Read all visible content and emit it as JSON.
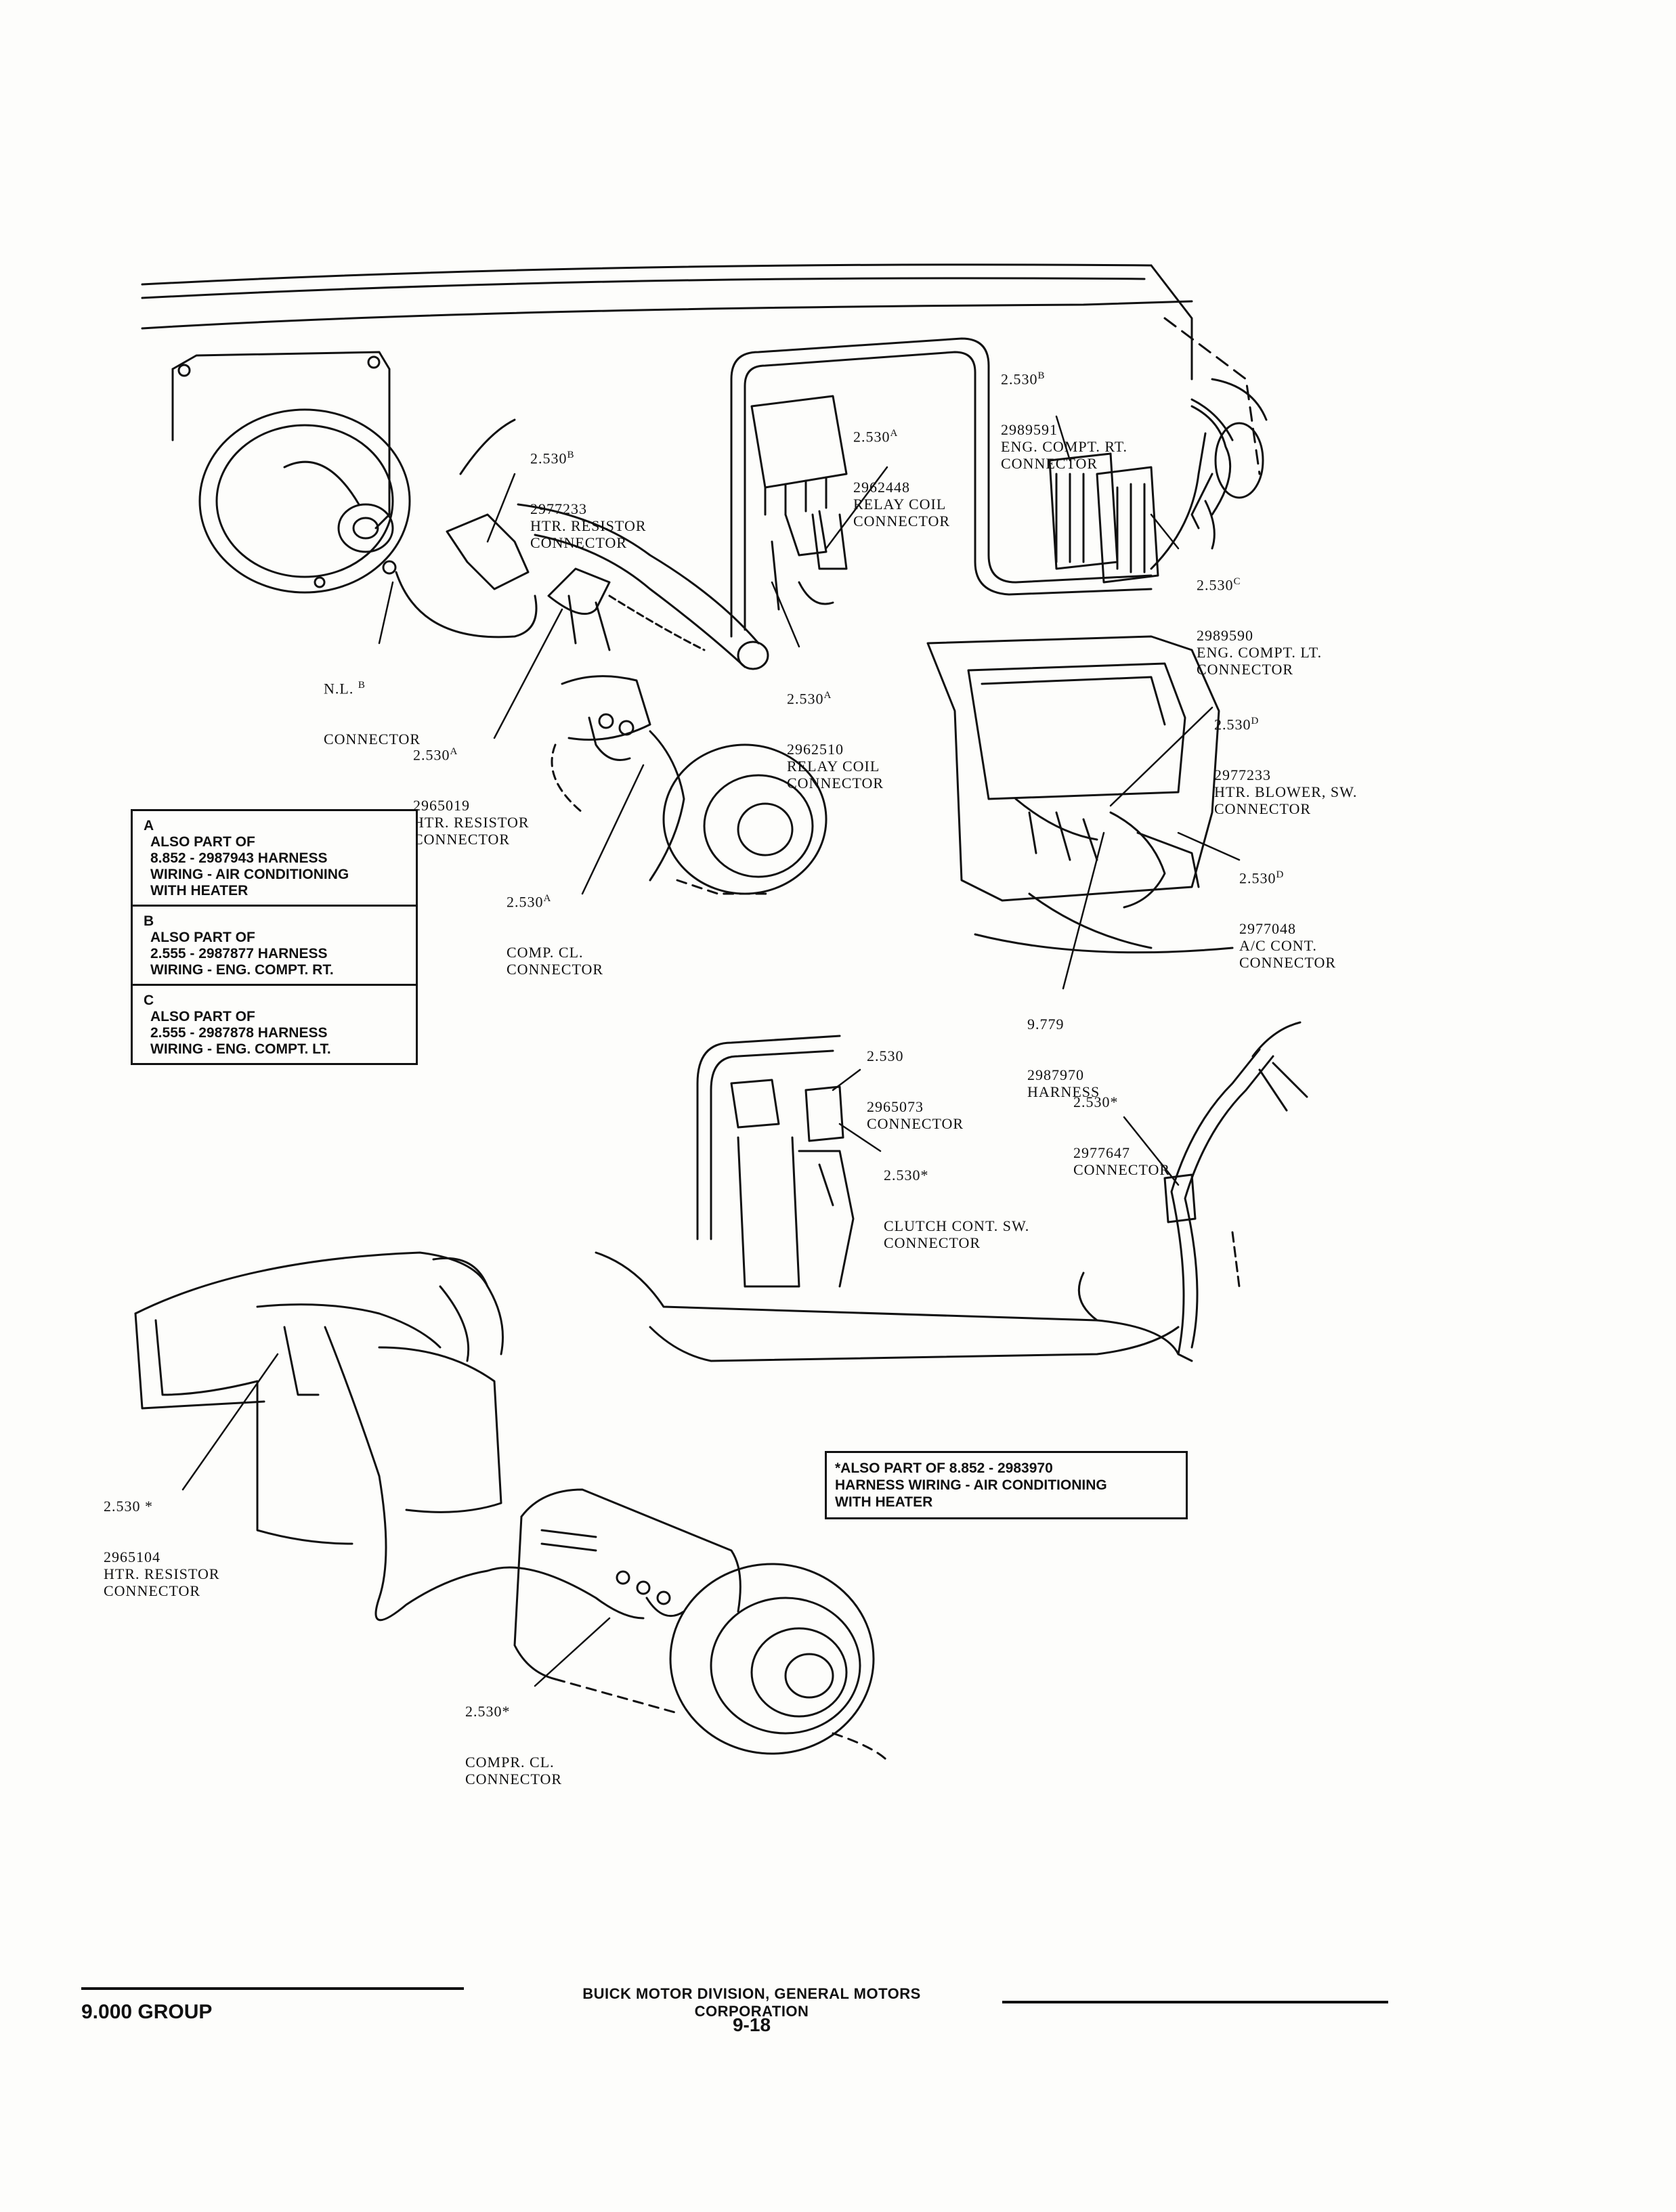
{
  "callouts": [
    {
      "id": "c1",
      "num": "2.530",
      "sup": "B",
      "lines": [
        "2977233",
        "HTR. RESISTOR",
        "CONNECTOR"
      ]
    },
    {
      "id": "c2",
      "num": "2.530",
      "sup": "A",
      "lines": [
        "2962448",
        "RELAY COIL",
        "CONNECTOR"
      ]
    },
    {
      "id": "c3",
      "num": "2.530",
      "sup": "B",
      "lines": [
        "2989591",
        "ENG. COMPT. RT.",
        "CONNECTOR"
      ]
    },
    {
      "id": "c4",
      "num": "2.530",
      "sup": "C",
      "lines": [
        "2989590",
        "ENG. COMPT. LT.",
        "CONNECTOR"
      ]
    },
    {
      "id": "c5",
      "num": "N.L.",
      "sup": "B",
      "lines": [
        "CONNECTOR"
      ]
    },
    {
      "id": "c6",
      "num": "2.530",
      "sup": "A",
      "lines": [
        "2965019",
        "HTR. RESISTOR",
        "CONNECTOR"
      ]
    },
    {
      "id": "c7",
      "num": "2.530",
      "sup": "A",
      "lines": [
        "2962510",
        "RELAY COIL",
        "CONNECTOR"
      ]
    },
    {
      "id": "c8",
      "num": "2.530",
      "sup": "D",
      "lines": [
        "2977233",
        "HTR. BLOWER, SW.",
        "CONNECTOR"
      ]
    },
    {
      "id": "c9",
      "num": "2.530",
      "sup": "A",
      "lines": [
        "COMP. CL.",
        "CONNECTOR"
      ]
    },
    {
      "id": "c10",
      "num": "2.530",
      "sup": "D",
      "lines": [
        "2977048",
        "A/C CONT.",
        "CONNECTOR"
      ]
    },
    {
      "id": "c11",
      "num": "9.779",
      "sup": "",
      "lines": [
        "2987970",
        "HARNESS"
      ]
    },
    {
      "id": "c12",
      "num": "2.530",
      "sup": "",
      "lines": [
        "2965073",
        "CONNECTOR"
      ]
    },
    {
      "id": "c13",
      "num": "2.530*",
      "sup": "",
      "lines": [
        "2977647",
        "CONNECTOR"
      ]
    },
    {
      "id": "c14",
      "num": "2.530*",
      "sup": "",
      "lines": [
        "CLUTCH CONT. SW.",
        "CONNECTOR"
      ]
    },
    {
      "id": "c15",
      "num": "2.530 *",
      "sup": "",
      "lines": [
        "2965104",
        "HTR. RESISTOR",
        "CONNECTOR"
      ]
    },
    {
      "id": "c16",
      "num": "2.530*",
      "sup": "",
      "lines": [
        "COMPR. CL.",
        "CONNECTOR"
      ]
    }
  ],
  "legend": [
    {
      "key": "A",
      "lines": [
        "ALSO PART OF",
        "8.852 - 2987943 HARNESS",
        "WIRING - AIR CONDITIONING",
        "WITH HEATER"
      ]
    },
    {
      "key": "B",
      "lines": [
        "ALSO PART OF",
        "2.555 - 2987877 HARNESS",
        "WIRING - ENG. COMPT. RT."
      ]
    },
    {
      "key": "C",
      "lines": [
        "ALSO PART OF",
        "2.555 - 2987878 HARNESS",
        "WIRING - ENG. COMPT. LT."
      ]
    }
  ],
  "note": {
    "lines": [
      "*ALSO PART OF 8.852 - 2983970",
      "HARNESS WIRING - AIR CONDITIONING",
      "WITH HEATER"
    ]
  },
  "footer": {
    "group": "9.000 GROUP",
    "division": "BUICK MOTOR DIVISION, GENERAL MOTORS CORPORATION",
    "page": "9-18"
  }
}
